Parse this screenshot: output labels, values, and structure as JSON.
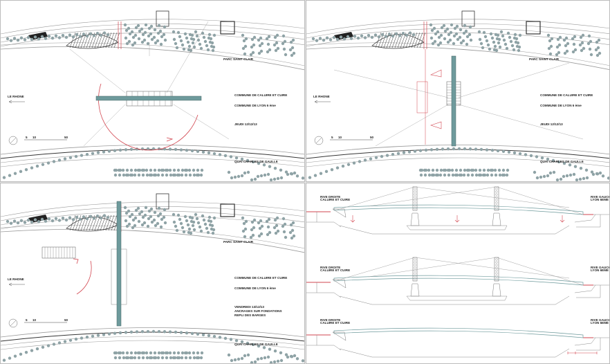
{
  "colors": {
    "red": "#d2454f",
    "deck": "#6e9a9c",
    "line": "#9a9a9a",
    "tree": "#8fa3a6"
  },
  "plans": [
    {
      "id": "plan-1",
      "river_label": "LE RHONE",
      "commune_1": "COMMUNE DE CALUIRE ET CUIRE",
      "commune_2": "COMMUNE DE LYON 6 ème",
      "date_lines": [
        "JEUDI 12/12/13"
      ],
      "park_label": "PARC SAINT CLAIR",
      "quay_label": "QUAI CHARLES DE GAULLE",
      "scale_ticks": [
        "5",
        "10",
        "50"
      ],
      "bridge_state": "horizontal-rotating"
    },
    {
      "id": "plan-2",
      "river_label": "LE RHONE",
      "commune_1": "COMMUNE DE CALUIRE ET CUIRE",
      "commune_2": "COMMUNE DE LYON 6 ème",
      "date_lines": [
        "JEUDI 12/12/13"
      ],
      "park_label": "PARC SAINT CLAIR",
      "quay_label": "QUAI CHARLES DE GAULLE",
      "scale_ticks": [
        "5",
        "10",
        "50"
      ],
      "bridge_state": "vertical-barge"
    },
    {
      "id": "plan-3",
      "river_label": "LE RHONE",
      "commune_1": "COMMUNE DE CALUIRE ET CUIRE",
      "commune_2": "COMMUNE DE LYON 6 ème",
      "date_lines": [
        "VENDREDI 13/12/13",
        "ANCRAGES SUR FONDATIONS",
        "REPLI DES BARGES"
      ],
      "park_label": "PARC SAINT CLAIR",
      "quay_label": "QUAI CHARLES DE GAULLE",
      "scale_ticks": [
        "5",
        "10",
        "50"
      ],
      "bridge_state": "placed"
    }
  ],
  "elevations": [
    {
      "left_label": [
        "RIVE DROITE",
        "CALUIRE ET CUIRE"
      ],
      "right_label": [
        "RIVE GAUCHE",
        "LYON 6EME"
      ],
      "pylons": true,
      "arrows": true
    },
    {
      "left_label": [
        "RIVE DROITE",
        "CALUIRE ET CUIRE"
      ],
      "right_label": [
        "RIVE GAUCHE",
        "LYON 6EME"
      ],
      "pylons": true,
      "arrows": false
    },
    {
      "left_label": [
        "RIVE DROITE",
        "CALUIRE ET CUIRE"
      ],
      "right_label": [
        "RIVE GAUCHE",
        "LYON 6EME"
      ],
      "pylons": false,
      "arrows": false
    }
  ]
}
